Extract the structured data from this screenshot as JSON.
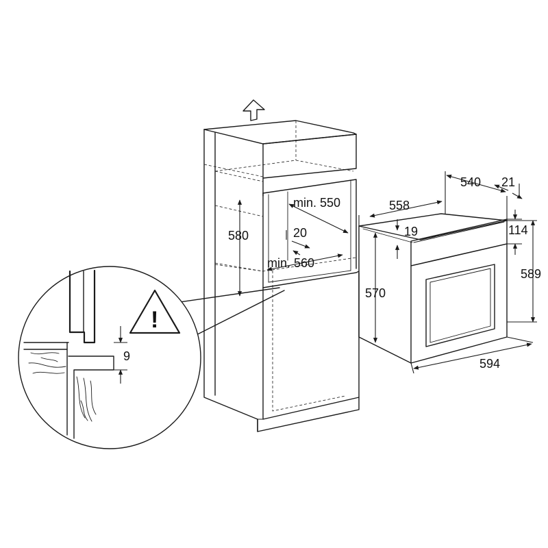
{
  "labels": {
    "min550": "min. 550",
    "d580": "580",
    "d20": "20",
    "min560": "min. 560",
    "d9": "9",
    "d558": "558",
    "d540": "540",
    "d21": "21",
    "d19": "19",
    "d114": "114",
    "d570": "570",
    "d589": "589",
    "d594": "594"
  },
  "warning_symbol": "!",
  "icons": {
    "up_arrow": "arrow-up-outline-icon",
    "warning": "warning-triangle-icon"
  }
}
